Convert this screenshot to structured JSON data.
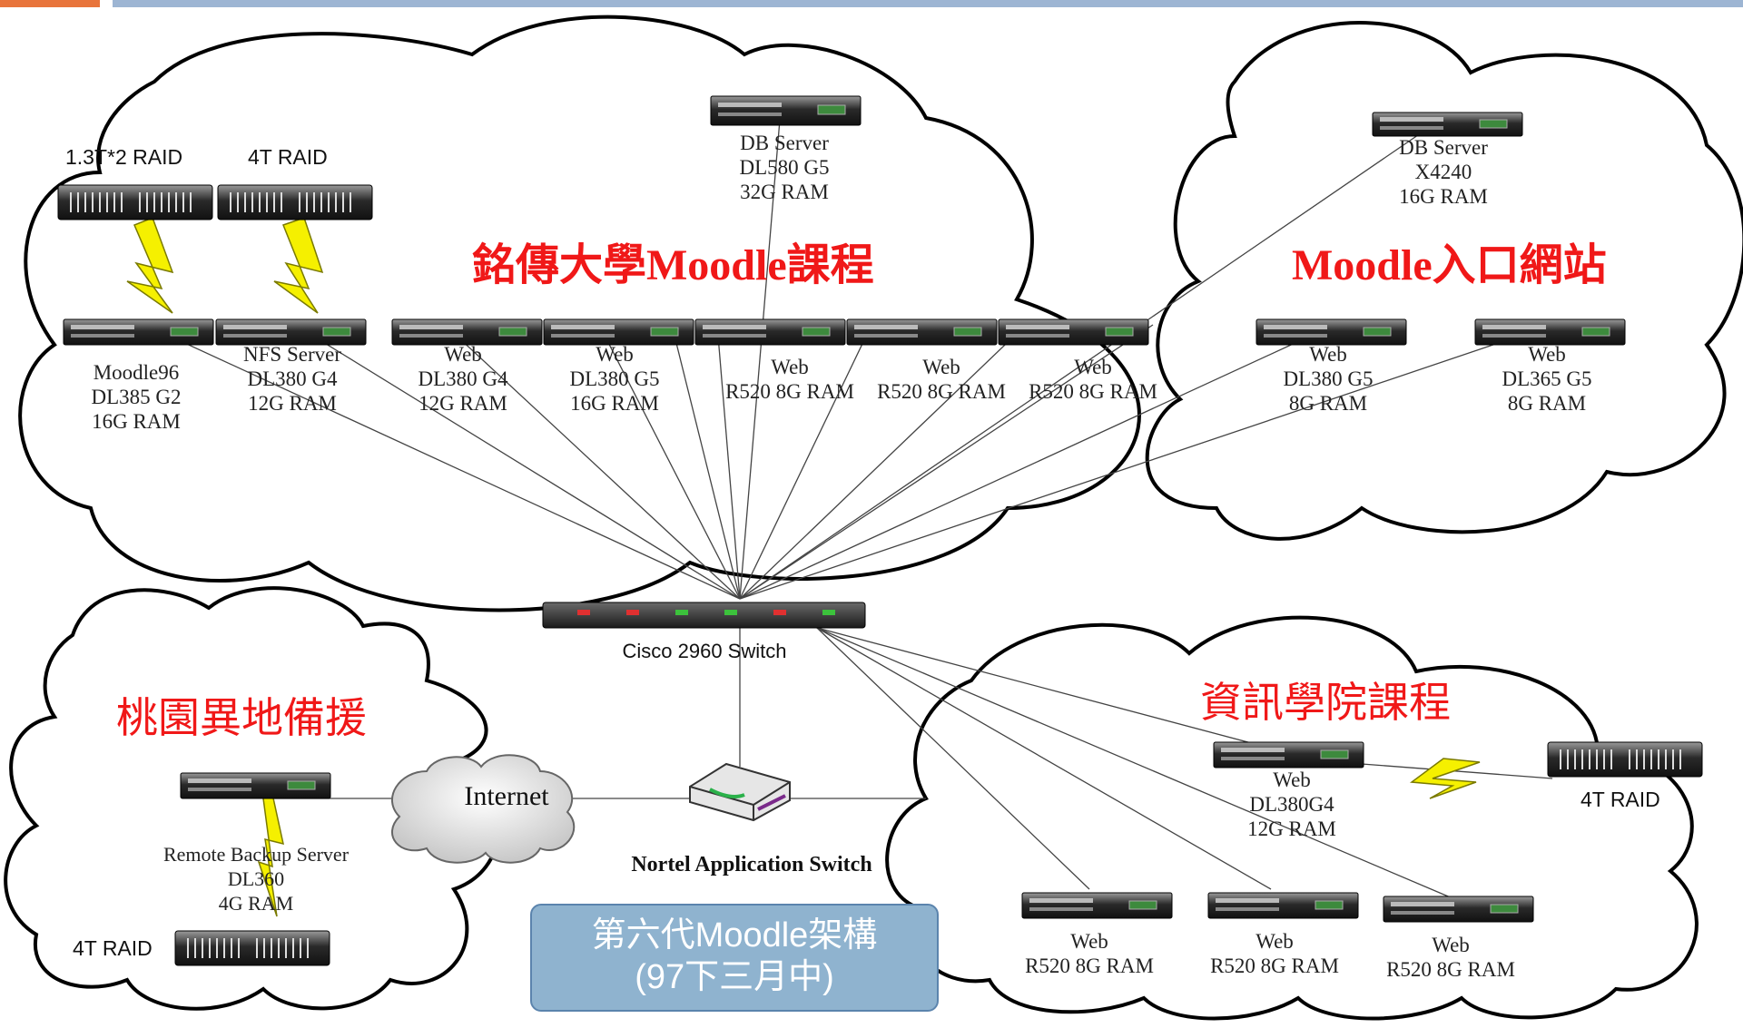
{
  "colors": {
    "title_red": "#f01818",
    "cloud_stroke": "#000000",
    "caption_fill": "#8fb3cf",
    "caption_border": "#5b84ad",
    "topbar_orange": "#e8743b",
    "topbar_blue": "#9db5d3",
    "lightning": "#f5f000"
  },
  "clouds": {
    "main": {
      "title": "銘傳大學Moodle課程"
    },
    "portal": {
      "title": "Moodle入口網站"
    },
    "backup": {
      "title": "桃園異地備援"
    },
    "info": {
      "title": "資訊學院課程"
    }
  },
  "servers": {
    "db_main": [
      "DB Server",
      "DL580 G5",
      "32G RAM"
    ],
    "moodle96": [
      "Moodle96",
      "DL385 G2",
      "16G RAM"
    ],
    "nfs": [
      "NFS Server",
      "DL380 G4",
      "12G RAM"
    ],
    "web_dl380g4": [
      "Web",
      "DL380 G4",
      "12G RAM"
    ],
    "web_dl380g5": [
      "Web",
      "DL380 G5",
      "16G RAM"
    ],
    "web_r520_a": [
      "Web",
      "R520 8G RAM"
    ],
    "web_r520_b": [
      "Web",
      "R520 8G RAM"
    ],
    "web_r520_c": [
      "Web",
      "R520 8G RAM"
    ],
    "db_portal": [
      "DB Server",
      "X4240",
      "16G RAM"
    ],
    "portal_web_1": [
      "Web",
      "DL380 G5",
      "8G RAM"
    ],
    "portal_web_2": [
      "Web",
      "DL365 G5",
      "8G RAM"
    ],
    "info_web_g4": [
      "Web",
      "DL380G4",
      "12G RAM"
    ],
    "info_web_r520_1": [
      "Web",
      "R520 8G RAM"
    ],
    "info_web_r520_2": [
      "Web",
      "R520 8G RAM"
    ],
    "info_web_r520_3": [
      "Web",
      "R520 8G RAM"
    ],
    "remote_backup": [
      "Remote Backup Server",
      "DL360",
      "4G RAM"
    ]
  },
  "storage": {
    "raid_13t": "1.3T*2 RAID",
    "raid_4t_main": "4T RAID",
    "raid_4t_info": "4T RAID",
    "raid_4t_backup": "4T RAID"
  },
  "network": {
    "switch": "Cisco 2960 Switch",
    "nortel": "Nortel Application Switch",
    "internet": "Internet"
  },
  "caption": {
    "line1": "第六代Moodle架構",
    "line2": "(97下三月中)"
  }
}
